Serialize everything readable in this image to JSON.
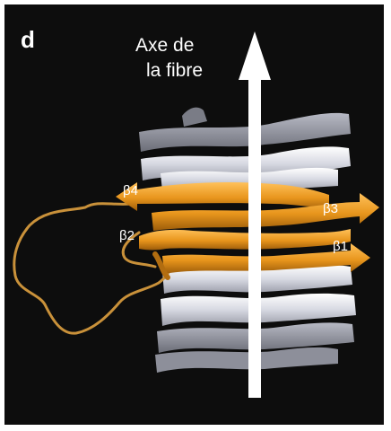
{
  "panel": {
    "letter": "d",
    "axis_label_line1": "Axe de",
    "axis_label_line2": "la fibre"
  },
  "strands": {
    "b1": "β1",
    "b2": "β2",
    "b3": "β3",
    "b4": "β4"
  },
  "colors": {
    "background": "#0d0d0d",
    "strand_orange": "#e8951c",
    "sheet_white": "#e6e8ef",
    "sheet_grey": "#8c8e99",
    "loop": "#c9913a",
    "axis_arrow": "#ffffff"
  }
}
